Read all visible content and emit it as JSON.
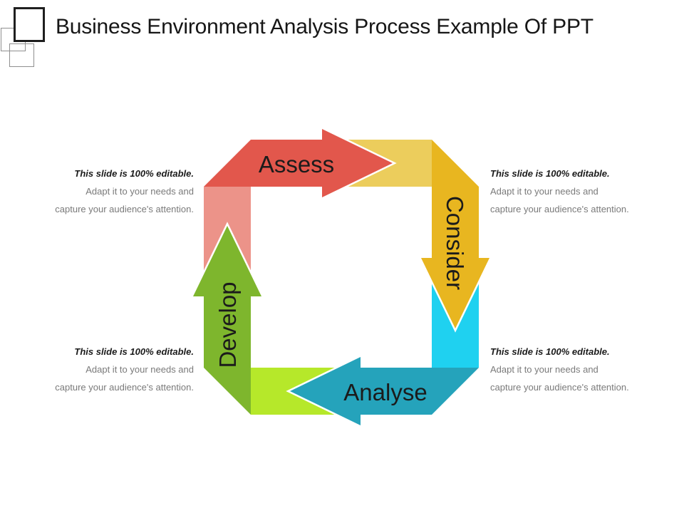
{
  "slide": {
    "title": "Business Environment Analysis Process Example Of PPT",
    "background_color": "#ffffff"
  },
  "cycle": {
    "outline_color": "#ffffff",
    "steps": [
      {
        "label": "Assess",
        "direction": "right",
        "color_main": "#e2574c",
        "color_tail": "#ec9389"
      },
      {
        "label": "Consider",
        "direction": "down",
        "color_main": "#e8b620",
        "color_tail": "#eccd5c"
      },
      {
        "label": "Analyse",
        "direction": "left",
        "color_main": "#25a3bb",
        "color_tail": "#1fd1f0"
      },
      {
        "label": "Develop",
        "direction": "up",
        "color_main": "#7eb62d",
        "color_tail": "#b6e82a"
      }
    ]
  },
  "notes": {
    "emphasis": "This slide is 100% editable.",
    "line2": "Adapt it to your needs and",
    "line3": "capture your audience's attention."
  }
}
